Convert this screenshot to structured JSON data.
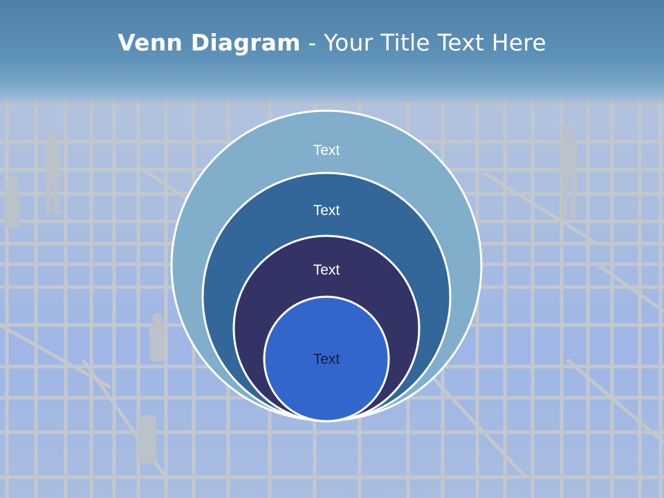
{
  "slide": {
    "title_bold": "Venn Diagram",
    "title_rest": " - Your Title Text Here"
  },
  "diagram": {
    "rings": [
      {
        "label": "Text",
        "color": "#80aecb"
      },
      {
        "label": "Text",
        "color": "#336699"
      },
      {
        "label": "Text",
        "color": "#333366"
      },
      {
        "label": "Text",
        "color": "#3366cc"
      }
    ]
  },
  "colors": {
    "header_band": "#5f92b9",
    "scaffold": "#c4c9cf",
    "outline": "#ffffff"
  }
}
